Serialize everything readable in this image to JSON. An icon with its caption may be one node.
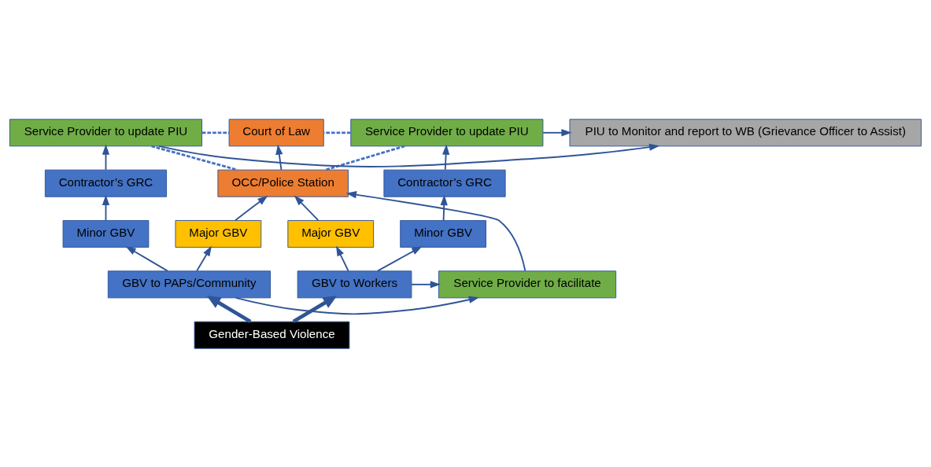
{
  "diagram": {
    "nodes": [
      {
        "text": [
          "PIU to Monitor and report to WB (Grievance Officer to Assist)"
        ]
      },
      {
        "text": [
          "Service Provider to update PIU"
        ]
      },
      {
        "text": [
          "Service Provider to update PIU"
        ]
      },
      {
        "text": [
          "Court of Law"
        ]
      },
      {
        "text": [
          "Contractor’s GRC"
        ]
      },
      {
        "text": [
          "OCC/Police Station"
        ]
      },
      {
        "text": [
          "Contractor’s GRC"
        ]
      },
      {
        "text": [
          "Minor GBV"
        ]
      },
      {
        "text": [
          "Major GBV"
        ]
      },
      {
        "text": [
          "Major GBV"
        ]
      },
      {
        "text": [
          "Minor GBV"
        ]
      },
      {
        "text": [
          "GBV to Workers"
        ]
      },
      {
        "text": [
          "Service Provider to facilitate"
        ]
      },
      {
        "text": [
          "GBV to PAPs/Community"
        ]
      },
      {
        "text": [
          "Gender-Based Violence"
        ]
      }
    ],
    "edges": [
      {
        "from": 1,
        "to": 0,
        "arrow": "to"
      },
      {
        "from": 2,
        "to": 0,
        "arrow": "to"
      },
      {
        "from": 1,
        "to": 3,
        "arrow": "none",
        "style": "dashed",
        "color": "#4472c4"
      },
      {
        "from": 1,
        "to": 5,
        "arrow": "none",
        "style": "dashed",
        "color": "#4472c4"
      },
      {
        "from": 2,
        "to": 3,
        "arrow": "none",
        "style": "dashed",
        "color": "#4472c4"
      },
      {
        "from": 2,
        "to": 5,
        "arrow": "none",
        "style": "dashed",
        "color": "#4472c4"
      },
      {
        "from": 5,
        "to": 3,
        "arrow": "to"
      },
      {
        "from": 4,
        "to": 1,
        "arrow": "to"
      },
      {
        "from": 6,
        "to": 2,
        "arrow": "to"
      },
      {
        "from": 7,
        "to": 4,
        "arrow": "to"
      },
      {
        "from": 10,
        "to": 6,
        "arrow": "to"
      },
      {
        "from": 11,
        "to": 7,
        "arrow": "to"
      },
      {
        "from": 13,
        "to": 10,
        "arrow": "to"
      },
      {
        "from": 11,
        "to": 8,
        "arrow": "to"
      },
      {
        "from": 13,
        "to": 9,
        "arrow": "to"
      },
      {
        "from": 8,
        "to": 5,
        "arrow": "to"
      },
      {
        "from": 9,
        "to": 5,
        "arrow": "to"
      },
      {
        "from": 12,
        "to": 5,
        "arrow": "to"
      },
      {
        "from": 11,
        "to": 12,
        "arrow": "to"
      },
      {
        "from": 13,
        "to": 12,
        "arrow": "to"
      },
      {
        "from": 14,
        "to": 11,
        "arrow": "to",
        "style": "thick"
      },
      {
        "from": 14,
        "to": 13,
        "arrow": "to",
        "style": "thick"
      }
    ]
  }
}
